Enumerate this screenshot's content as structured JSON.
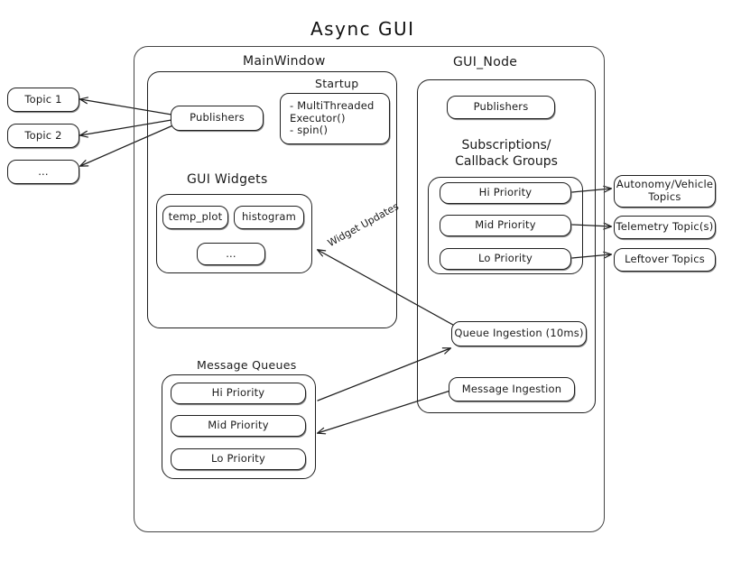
{
  "title": "Async  GUI",
  "external_topics_left": [
    {
      "label": "Topic 1"
    },
    {
      "label": "Topic 2"
    },
    {
      "label": "..."
    }
  ],
  "external_topics_right": [
    {
      "label": "Autonomy/Vehicle\nTopics"
    },
    {
      "label": "Telemetry Topic(s)"
    },
    {
      "label": "Leftover Topics"
    }
  ],
  "main_window": {
    "label": "MainWindow",
    "publishers": {
      "label": "Publishers"
    },
    "startup": {
      "label": "Startup",
      "items": [
        "- MultiThreaded",
        "  Executor()",
        "- spin()"
      ]
    },
    "gui_widgets": {
      "label": "GUI Widgets",
      "widgets": [
        {
          "label": "temp_plot"
        },
        {
          "label": "histogram"
        },
        {
          "label": "..."
        }
      ]
    }
  },
  "gui_node": {
    "label": "GUI_Node",
    "publishers": {
      "label": "Publishers"
    },
    "subscriptions_heading": "Subscriptions/\nCallback Groups",
    "callback_groups": [
      {
        "label": "Hi Priority"
      },
      {
        "label": "Mid Priority"
      },
      {
        "label": "Lo Priority"
      }
    ],
    "queue_ingestion": {
      "label": "Queue Ingestion (10ms)"
    },
    "message_ingestion": {
      "label": "Message Ingestion"
    }
  },
  "message_queues": {
    "label": "Message Queues",
    "queues": [
      {
        "label": "Hi Priority"
      },
      {
        "label": "Mid Priority"
      },
      {
        "label": "Lo Priority"
      }
    ]
  },
  "edges": {
    "widget_updates": "Widget Updates"
  },
  "colors": {
    "stroke": "#1f1f1f",
    "background": "#ffffff",
    "container_stroke": "#444444"
  }
}
